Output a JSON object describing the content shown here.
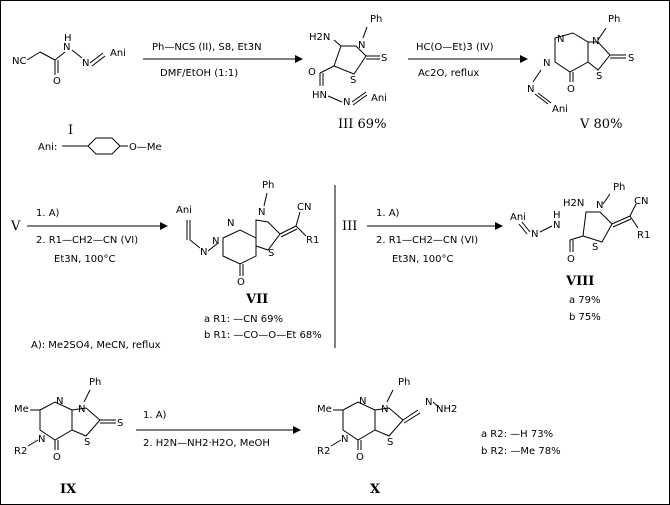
{
  "scheme": {
    "row1": {
      "reagents_top": "Ph—NCS (II), S8, Et3N",
      "reagents_bottom": "DMF/EtOH (1:1)",
      "reagents2_top": "HC(O—Et)3  (IV)",
      "reagents2_bottom": "Ac2O,  reflux",
      "label_I": "I",
      "label_III": "III 69%",
      "label_V": "V 80%",
      "ani_def_prefix": "Ani:",
      "ani_def_substituent": "O—Me"
    },
    "row2": {
      "start_V": "V",
      "step1": "1. A)",
      "step2": "2. R1—CH2—CN   (VI)",
      "step3": "Et3N,  100°C",
      "label_VII": "VII",
      "VII_a": "a R1: —CN          69%",
      "VII_b": "b R1: —CO—O—Et   68%",
      "start_III": "III",
      "label_VIII": "VIII",
      "VIII_a": "a 79%",
      "VIII_b": "b 75%",
      "footnote": "A): Me2SO4,  MeCN,  reflux"
    },
    "row3": {
      "step1": "1. A)",
      "step2": "2. H2N—NH2·H2O,   MeOH",
      "label_IX": "IX",
      "label_X": "X",
      "X_a": "a R2: —H      73%",
      "X_b": "b R2: —Me     78%"
    },
    "atom_labels": {
      "Ph": "Ph",
      "Ani": "Ani",
      "H2N": "H2N",
      "NH2": "NH2",
      "N": "N",
      "S": "S",
      "O": "O",
      "HN": "HN",
      "NC": "NC",
      "CN": "CN",
      "Me": "Me",
      "R1": "R1",
      "R2": "R2"
    }
  }
}
